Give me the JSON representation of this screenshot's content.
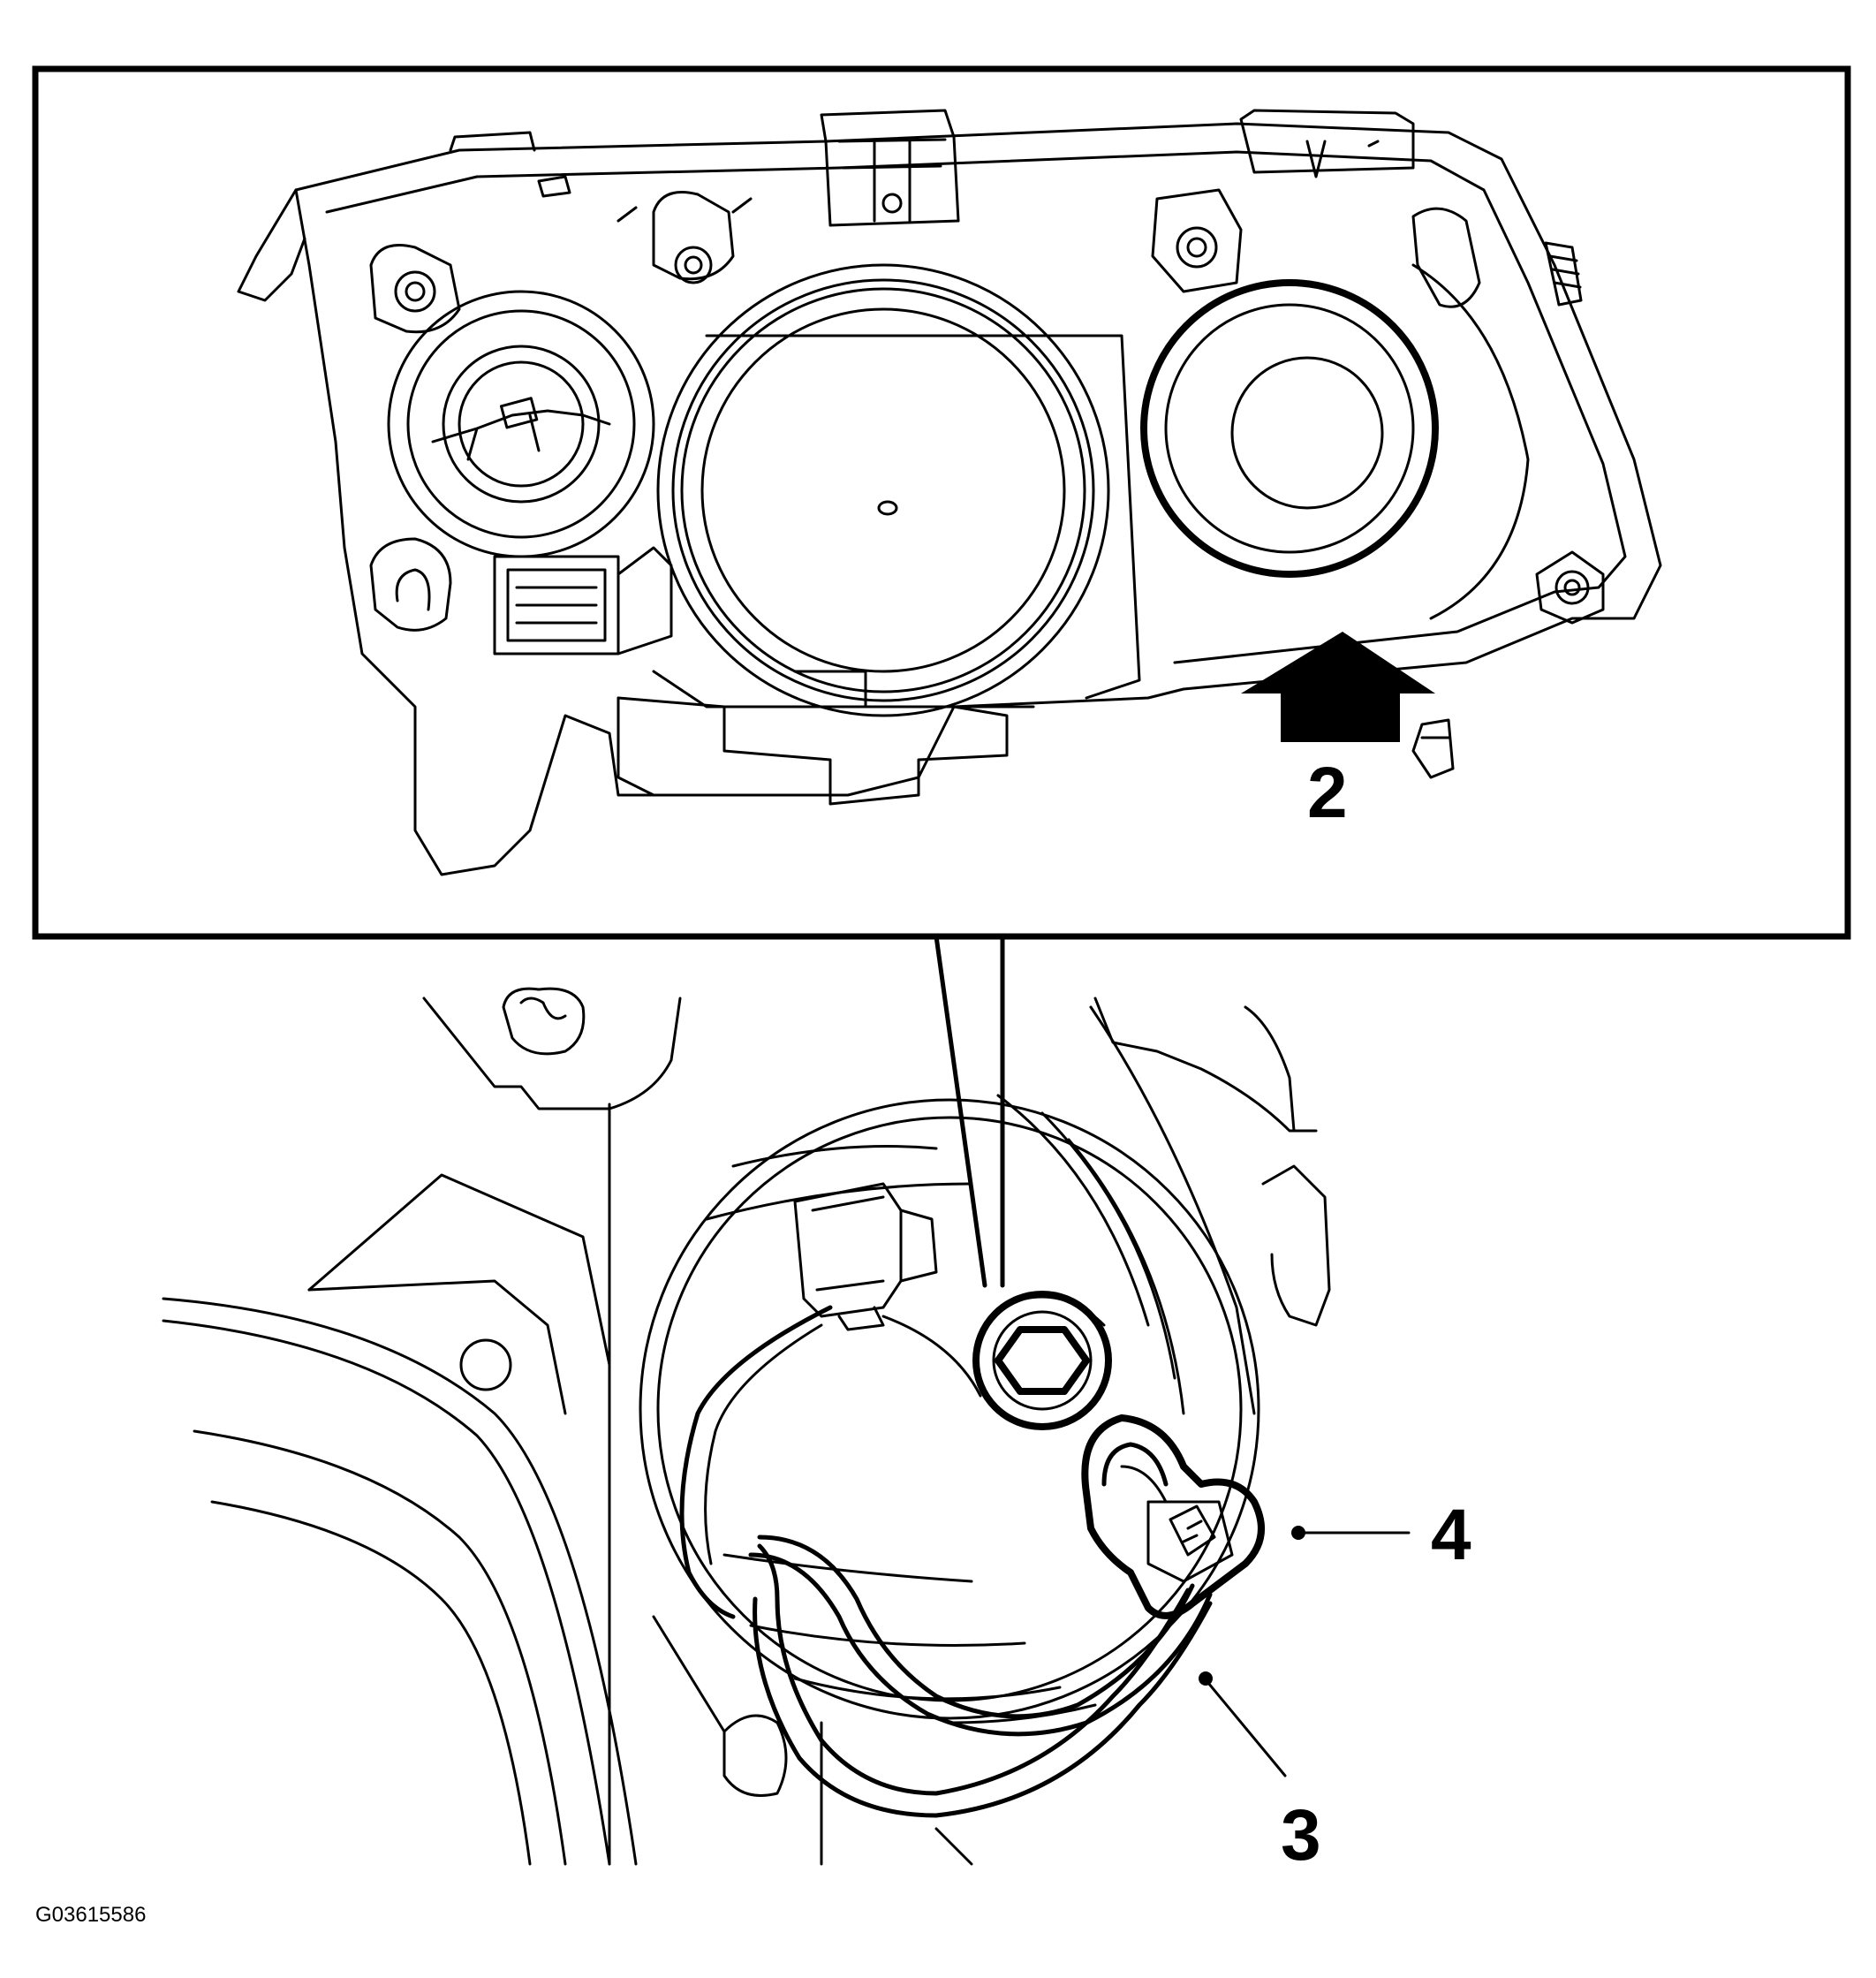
{
  "callouts": {
    "c2": "2",
    "c3": "3",
    "c4": "4"
  },
  "figure_id": "G03615586",
  "colors": {
    "line": "#000000",
    "background": "#ffffff"
  }
}
